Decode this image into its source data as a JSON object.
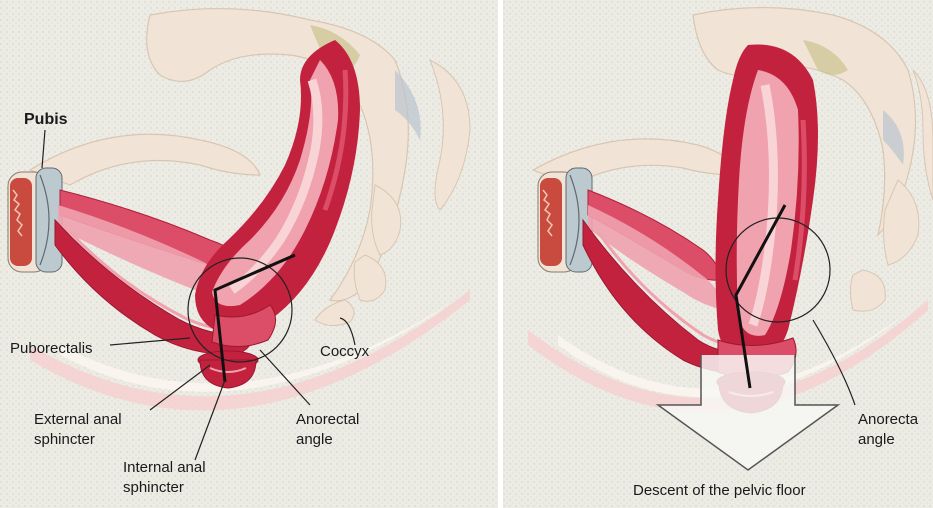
{
  "colors": {
    "paper": "#ecebe4",
    "paper_speckle": "#d6d4ca",
    "bone": "#f1e4d6",
    "bone_shadow": "#d8c6b2",
    "bone_green": "#cbc38f",
    "bone_blue": "#b9c4cf",
    "muscle_dark": "#c3223f",
    "muscle_mid": "#dc4d67",
    "muscle_light": "#f0a2ae",
    "muscle_pale": "#f8d4d7",
    "cartilage": "#bcc9cf",
    "marrow": "#c94a3e",
    "pelvic_floor_pink": "#f6cfd0",
    "line": "#111111",
    "arrow_fill": "#f7f7f4",
    "arrow_stroke": "#555555"
  },
  "left_panel": {
    "labels": {
      "pubis": "Pubis",
      "puborectalis": "Puborectalis",
      "coccyx": "Coccyx",
      "external_line1": "External anal",
      "external_line2": "sphincter",
      "internal_line1": "Internal anal",
      "internal_line2": "sphincter",
      "anorectal_line1": "Anorectal",
      "anorectal_line2": "angle"
    }
  },
  "right_panel": {
    "labels": {
      "anorectal_line1": "Anorecta",
      "anorectal_line2": "angle",
      "descent": "Descent of the pelvic floor"
    }
  }
}
